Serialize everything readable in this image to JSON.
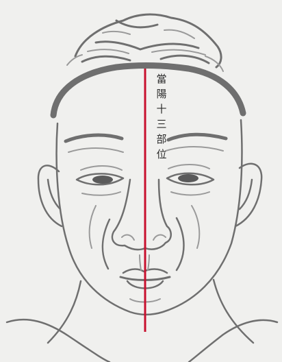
{
  "diagram": {
    "label_chars": [
      "當",
      "陽",
      "十",
      "三",
      "部",
      "位"
    ],
    "midline_color": "#c8102e",
    "line_art_color": "#6f6f6f",
    "background": "#f0f0ee"
  }
}
